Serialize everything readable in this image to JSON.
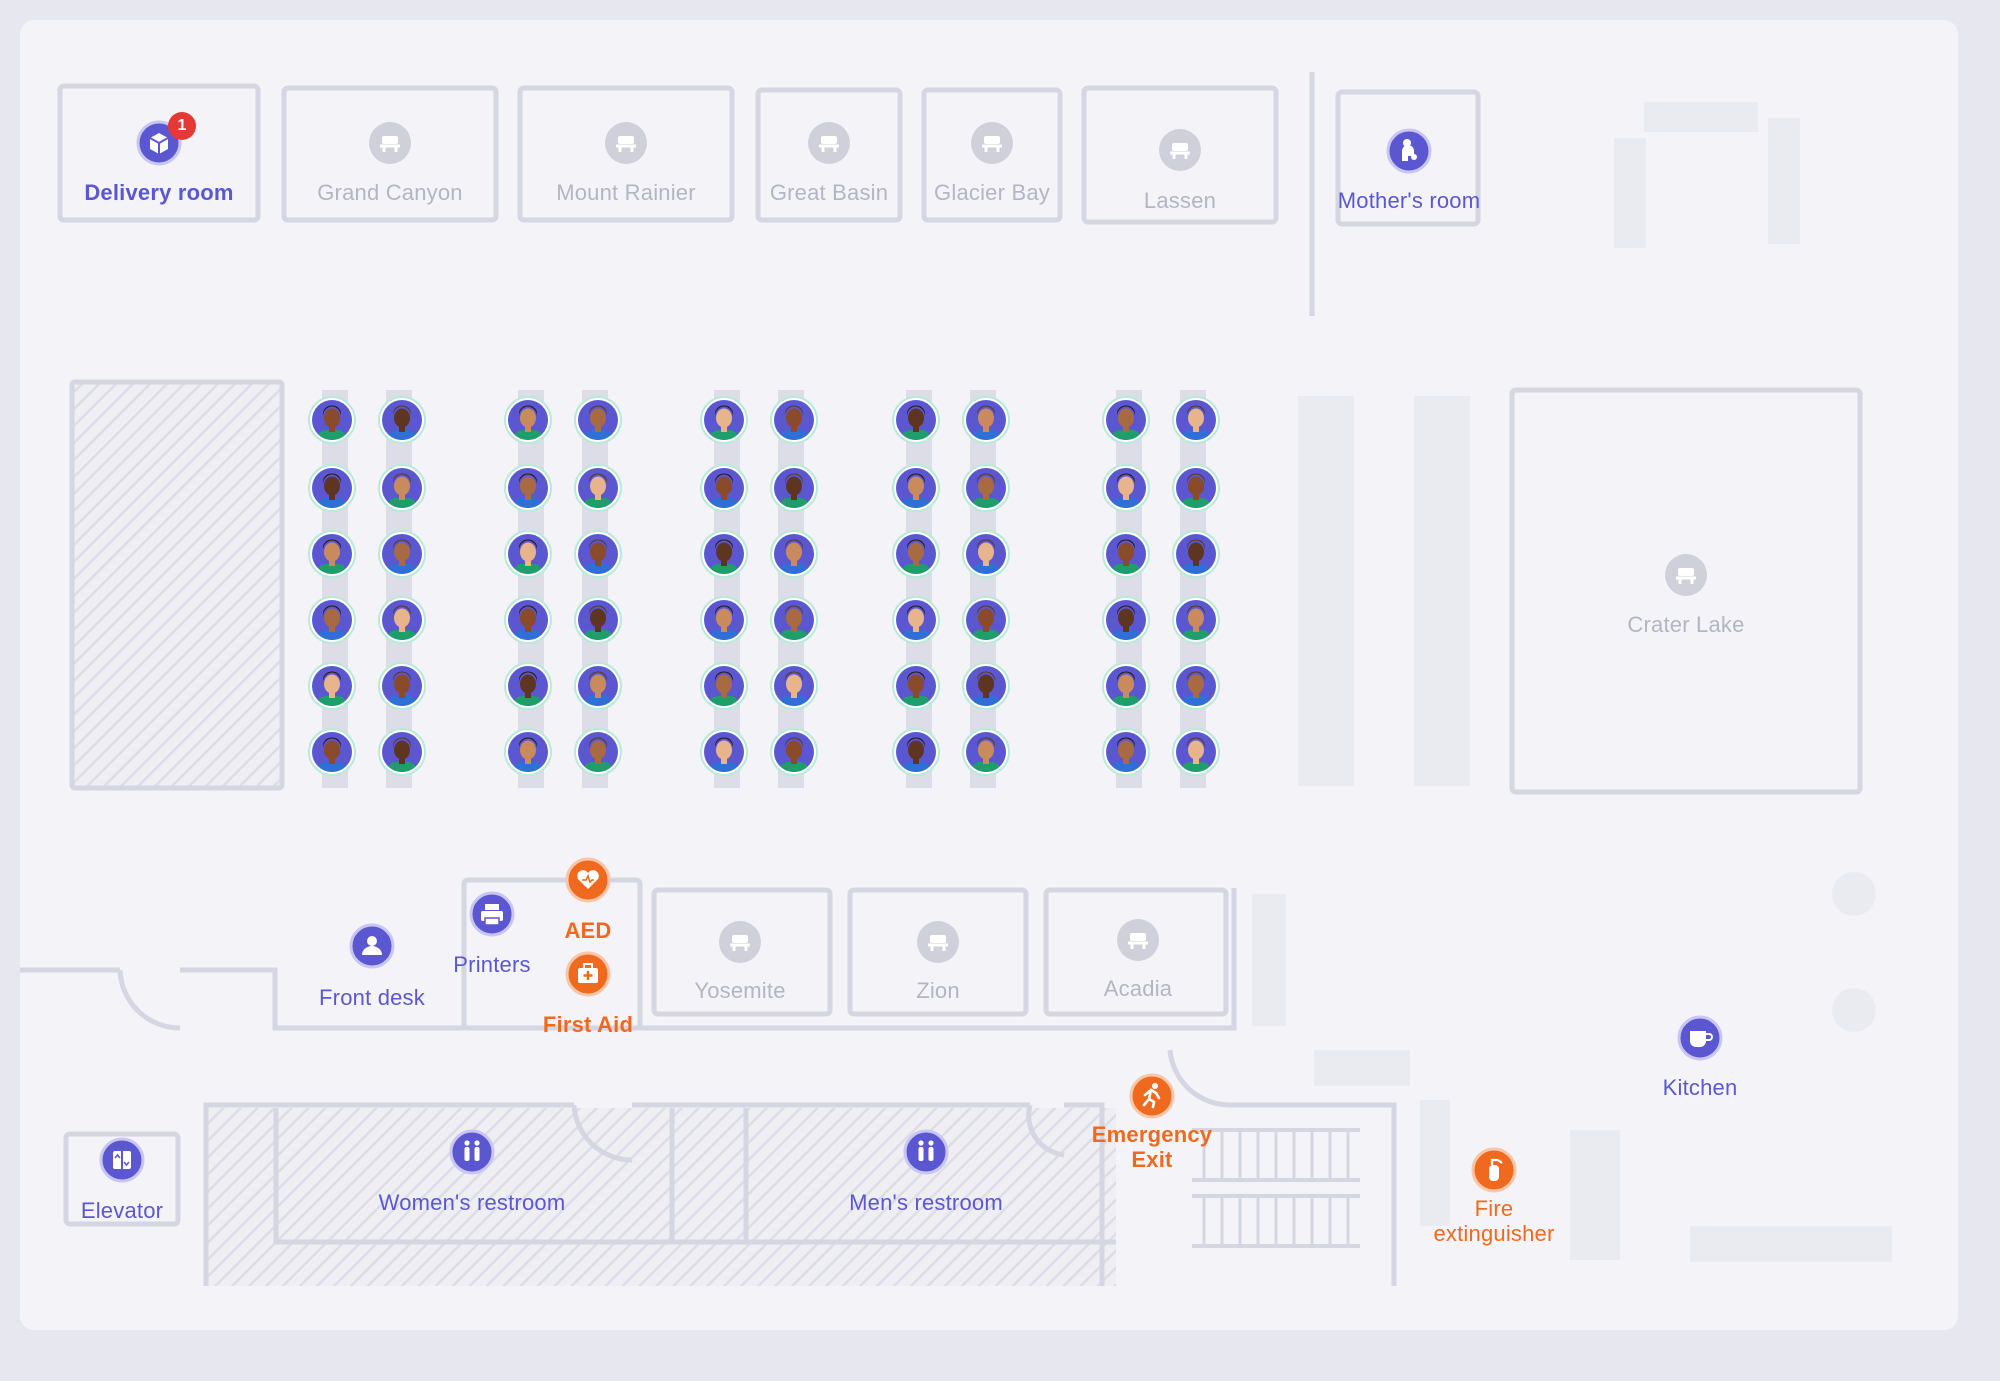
{
  "colors": {
    "background": "#e6e7ef",
    "canvas": "#f4f4f8",
    "wall": "#d4d6e1",
    "room_label": "#b3b5c3",
    "accent_blue": "#5b57d1",
    "accent_orange": "#ef6a1f",
    "badge_red": "#e53935"
  },
  "meeting_rooms": [
    {
      "name": "Grand Canyon",
      "icon": "meeting-room-icon"
    },
    {
      "name": "Mount Rainier",
      "icon": "meeting-room-icon"
    },
    {
      "name": "Great Basin",
      "icon": "meeting-room-icon"
    },
    {
      "name": "Glacier Bay",
      "icon": "meeting-room-icon"
    },
    {
      "name": "Lassen",
      "icon": "meeting-room-icon"
    },
    {
      "name": "Crater Lake",
      "icon": "meeting-room-icon"
    },
    {
      "name": "Yosemite",
      "icon": "meeting-room-icon"
    },
    {
      "name": "Zion",
      "icon": "meeting-room-icon"
    },
    {
      "name": "Acadia",
      "icon": "meeting-room-icon"
    }
  ],
  "amenities": {
    "delivery_room": {
      "label": "Delivery room",
      "icon": "package-icon",
      "badge": "1"
    },
    "mothers_room": {
      "label": "Mother's room",
      "icon": "nursing-icon"
    },
    "front_desk": {
      "label": "Front desk",
      "icon": "person-icon"
    },
    "printers": {
      "label": "Printers",
      "icon": "printer-icon"
    },
    "kitchen": {
      "label": "Kitchen",
      "icon": "coffee-cup-icon"
    },
    "elevator": {
      "label": "Elevator",
      "icon": "elevator-icon"
    },
    "womens_restroom": {
      "label": "Women's restroom",
      "icon": "restroom-icon"
    },
    "mens_restroom": {
      "label": "Men's restroom",
      "icon": "restroom-icon"
    }
  },
  "safety": {
    "aed": {
      "label": "AED",
      "icon": "heart-defibrillator-icon"
    },
    "first_aid": {
      "label": "First Aid",
      "icon": "first-aid-kit-icon"
    },
    "emergency_exit": {
      "label_line1": "Emergency",
      "label_line2": "Exit",
      "icon": "running-person-icon"
    },
    "fire_extinguisher": {
      "label_line1": "Fire",
      "label_line2": "extinguisher",
      "icon": "fire-extinguisher-icon"
    }
  },
  "desk_grid": {
    "desk_groups": 5,
    "columns_per_group": 2,
    "rows": 6,
    "avatar_icon": "employee-avatar-icon"
  }
}
